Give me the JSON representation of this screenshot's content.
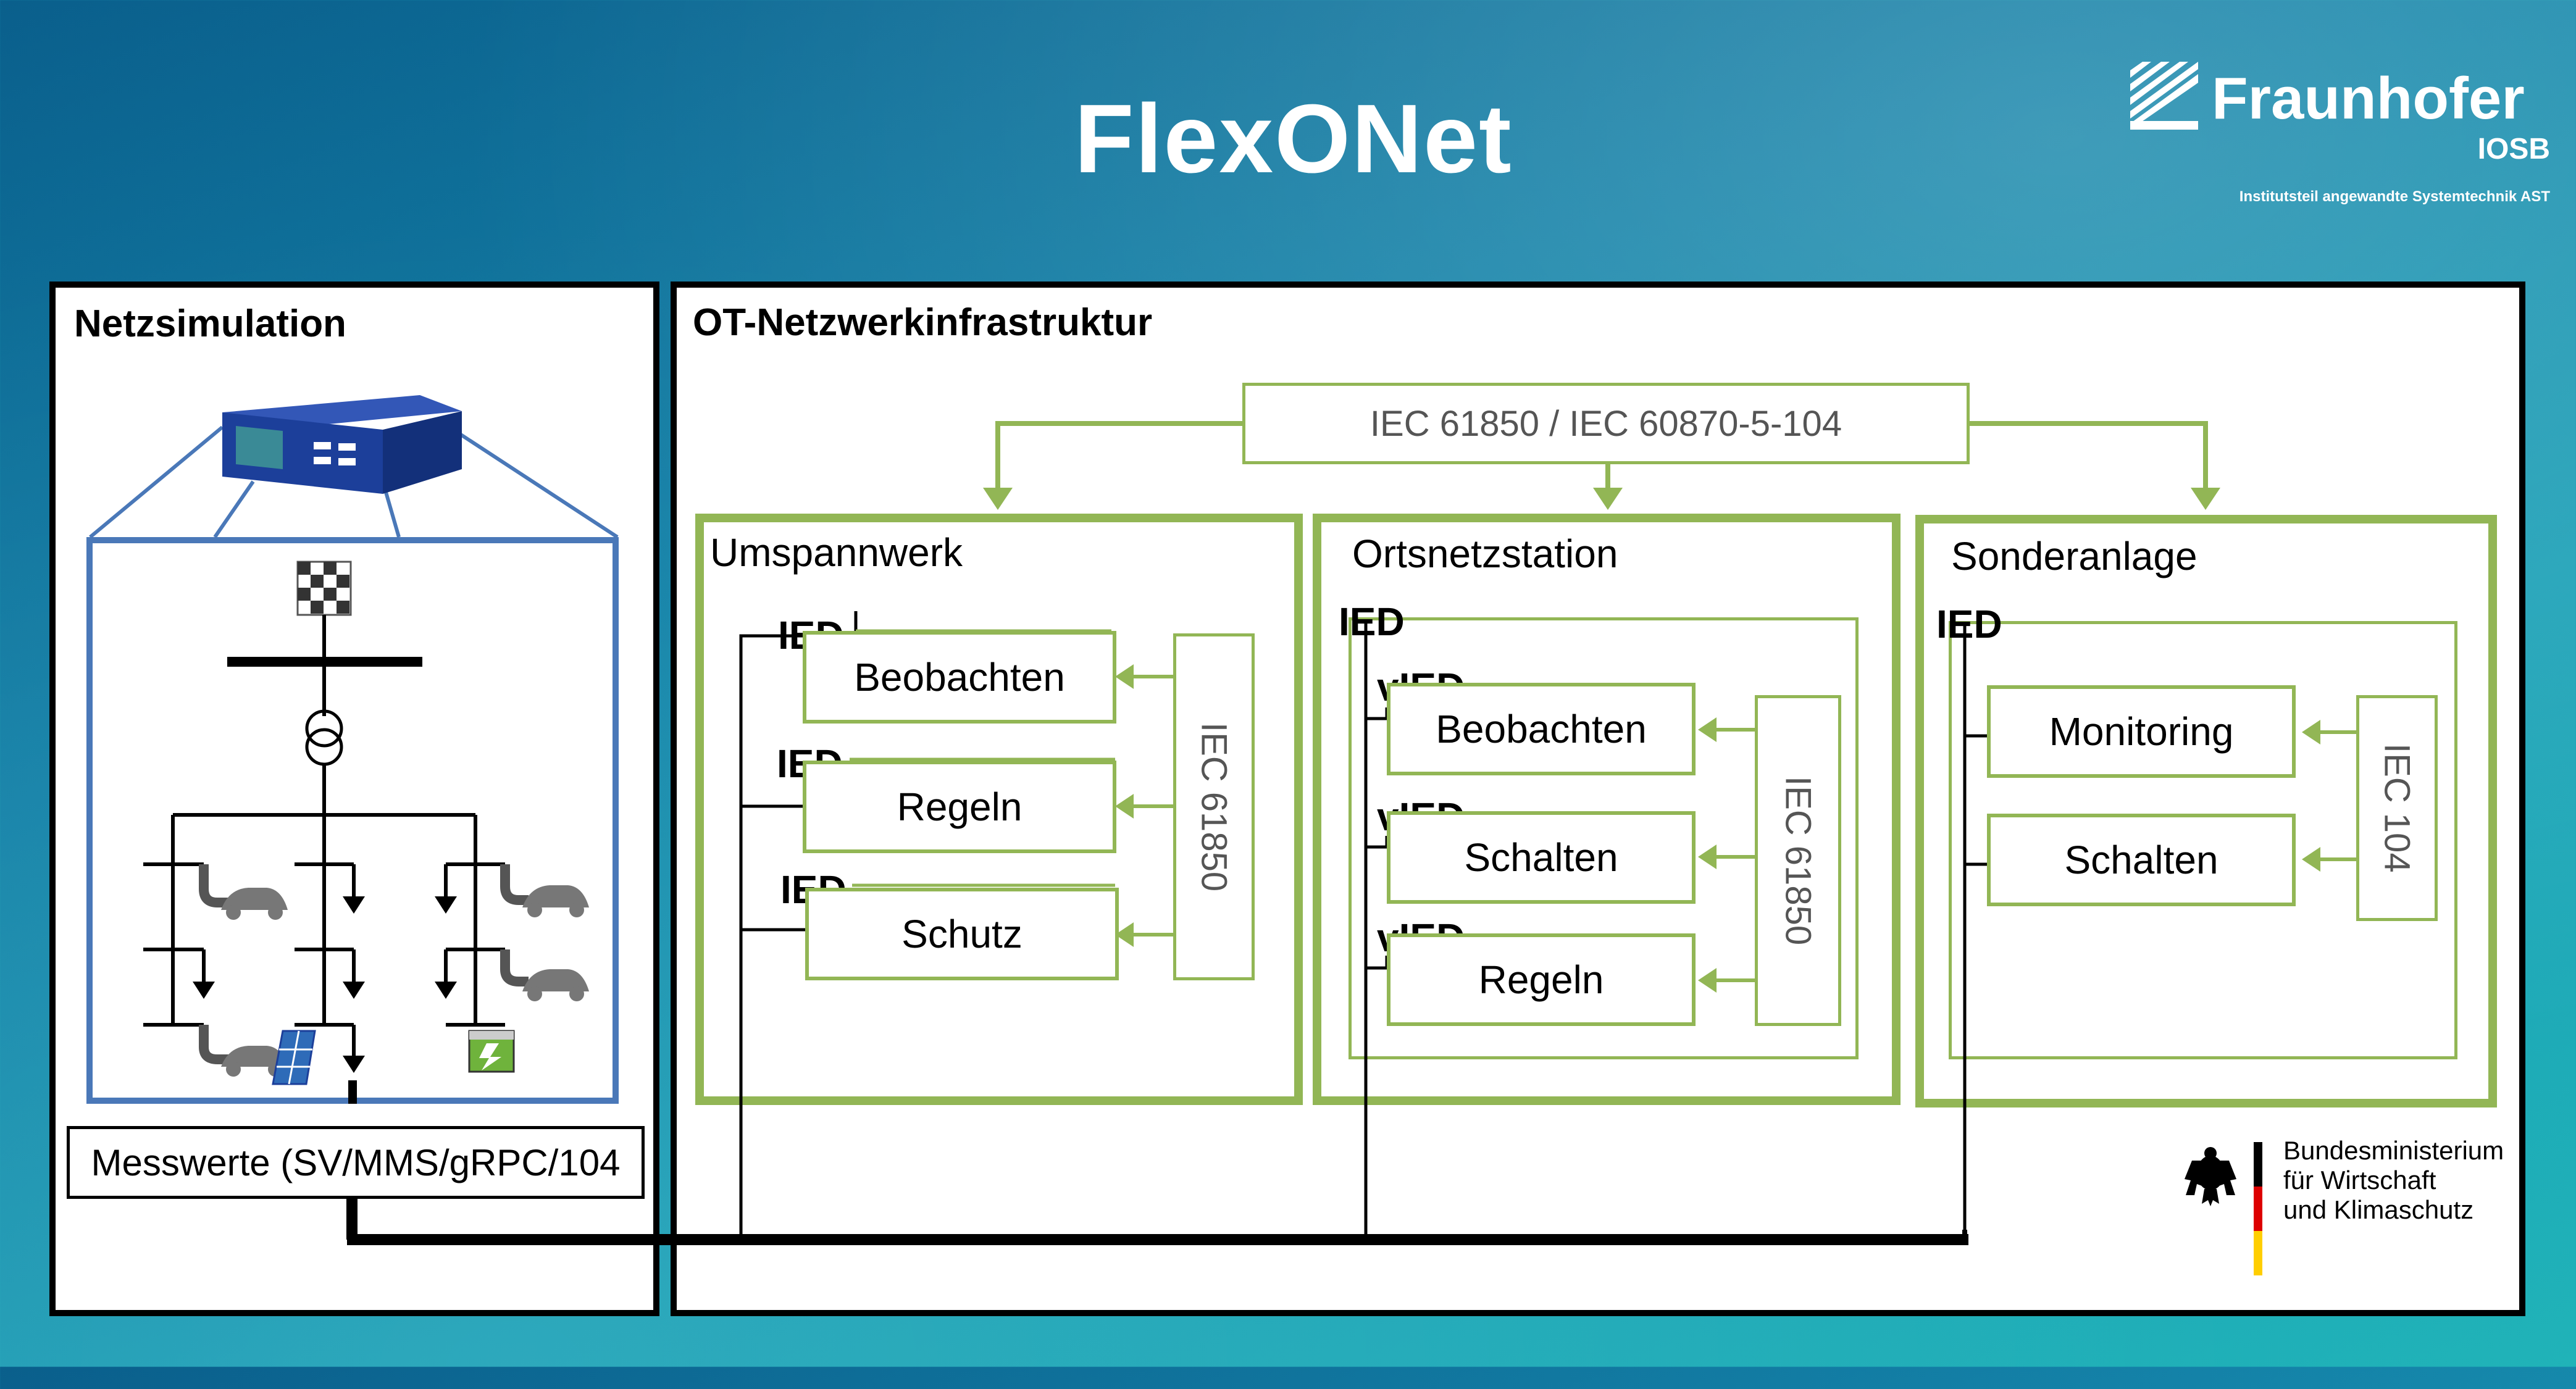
{
  "header": {
    "title": "FlexONet",
    "org_name": "Fraunhofer",
    "org_unit": "IOSB",
    "org_tagline": "Institutsteil angewandte Systemtechnik AST"
  },
  "left_panel": {
    "title": "Netzsimulation",
    "measurements": "Messwerte (SV/MMS/gRPC/104"
  },
  "right_panel": {
    "title": "OT-Netzwerkinfrastruktur",
    "protocol_top": "IEC 61850 / IEC 60870-5-104",
    "umspannwerk": {
      "title": "Umspannwerk",
      "protocol": "IEC 61850",
      "items": [
        {
          "tag": "IED",
          "label": "Beobachten"
        },
        {
          "tag": "IED",
          "label": "Regeln"
        },
        {
          "tag": "IED",
          "label": "Schutz"
        }
      ]
    },
    "ortsnetzstation": {
      "title": "Ortsnetzstation",
      "ied": "IED",
      "protocol": "IEC 61850",
      "items": [
        {
          "tag": "vIED",
          "label": "Beobachten"
        },
        {
          "tag": "vIED",
          "label": "Schalten"
        },
        {
          "tag": "vIED",
          "label": "Regeln"
        }
      ]
    },
    "sonderanlage": {
      "title": "Sonderanlage",
      "ied": "IED",
      "protocol": "IEC 104",
      "items": [
        {
          "label": "Monitoring"
        },
        {
          "label": "Schalten"
        }
      ]
    }
  },
  "sponsor": {
    "line1": "Bundesministerium",
    "line2": "für Wirtschaft",
    "line3": "und Klimaschutz"
  },
  "colors": {
    "green": "#92b655",
    "blue": "#4a78b8",
    "device": "#1c3f9a",
    "background": "#1482a8"
  }
}
